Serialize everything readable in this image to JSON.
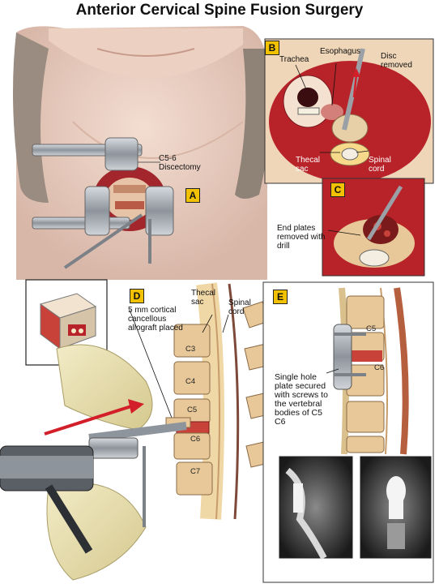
{
  "title": "Anterior Cervical Spine Fusion Surgery",
  "panels": {
    "a": {
      "badge": "A",
      "label": "C5-6 Discectomy"
    },
    "b": {
      "badge": "B",
      "trachea": "Trachea",
      "esophagus": "Esophagus",
      "disc_removed": "Disc removed",
      "thecal_sac": "Thecal sac",
      "spinal_cord": "Spinal cord"
    },
    "c": {
      "badge": "C",
      "label": "End plates removed with drill"
    },
    "d": {
      "badge": "D",
      "label": "5 mm cortical cancellous allograft placed",
      "thecal_sac": "Thecal sac",
      "spinal_cord": "Spinal cord",
      "vertebrae": [
        "C3",
        "C4",
        "C5",
        "C6",
        "C7"
      ]
    },
    "e": {
      "badge": "E",
      "label": "Single hole plate secured with screws to the vertebral bodies of C5 C6",
      "vertebrae": [
        "C5",
        "C6"
      ]
    }
  },
  "colors": {
    "badge": "#f2c200",
    "arrow": "#d31f2a",
    "bone": "#e8c898",
    "tissue": "#b5272b"
  }
}
